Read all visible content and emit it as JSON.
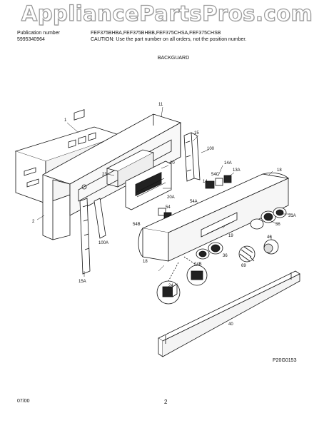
{
  "watermark": "AppliancePartsPros.com",
  "header": {
    "publication_label": "Publication number",
    "publication_number": "5995340964",
    "models": "FEF375BHBA,FEF375BHBB,FEF375CHSA,FEF375CHSB",
    "caution": "CAUTION:  Use the part number on all orders, not the position number."
  },
  "section_title": "BACKGUARD",
  "callouts": [
    "1",
    "11",
    "2",
    "15",
    "100",
    "20",
    "23",
    "14A",
    "13A",
    "18",
    "54C",
    "14",
    "54A",
    "20A",
    "54",
    "54B",
    "31A",
    "36",
    "46",
    "19",
    "18",
    "36",
    "24B",
    "69",
    "100A",
    "15A",
    "24",
    "40"
  ],
  "figure_code": "P20G0153",
  "footer": {
    "date": "07/00",
    "page": "2"
  },
  "icons": {
    "watermark": "appliancepartspros-watermark"
  }
}
